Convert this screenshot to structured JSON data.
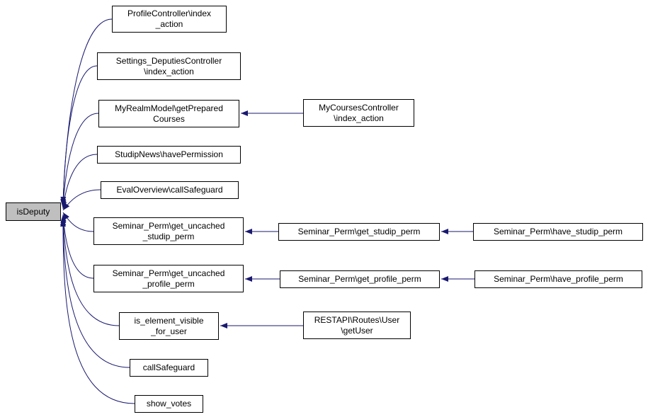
{
  "diagram": {
    "type": "call-graph",
    "edge_color": "#191970",
    "root_fill": "#bfbfbf",
    "node_fill": "#ffffff",
    "root": {
      "label": "isDeputy"
    },
    "nodes": {
      "profile_index_action": {
        "lines": [
          "ProfileController\\index",
          "_action"
        ]
      },
      "settings_deputies_index_action": {
        "lines": [
          "Settings_DeputiesController",
          "\\index_action"
        ]
      },
      "myrealm_getpreparedcourses": {
        "lines": [
          "MyRealmModel\\getPrepared",
          "Courses"
        ]
      },
      "studipnews_havepermission": {
        "lines": [
          "StudipNews\\havePermission"
        ]
      },
      "evaloverview_callsafeguard": {
        "lines": [
          "EvalOverview\\callSafeguard"
        ]
      },
      "get_uncached_studip_perm": {
        "lines": [
          "Seminar_Perm\\get_uncached",
          "_studip_perm"
        ]
      },
      "get_uncached_profile_perm": {
        "lines": [
          "Seminar_Perm\\get_uncached",
          "_profile_perm"
        ]
      },
      "is_element_visible_for_user": {
        "lines": [
          "is_element_visible",
          "_for_user"
        ]
      },
      "callsafeguard": {
        "lines": [
          "callSafeguard"
        ]
      },
      "show_votes": {
        "lines": [
          "show_votes"
        ]
      },
      "mycourses_index_action": {
        "lines": [
          "MyCoursesController",
          "\\index_action"
        ]
      },
      "get_studip_perm": {
        "lines": [
          "Seminar_Perm\\get_studip_perm"
        ]
      },
      "get_profile_perm": {
        "lines": [
          "Seminar_Perm\\get_profile_perm"
        ]
      },
      "restapi_getuser": {
        "lines": [
          "RESTAPI\\Routes\\User",
          "\\getUser"
        ]
      },
      "have_studip_perm": {
        "lines": [
          "Seminar_Perm\\have_studip_perm"
        ]
      },
      "have_profile_perm": {
        "lines": [
          "Seminar_Perm\\have_profile_perm"
        ]
      }
    }
  }
}
